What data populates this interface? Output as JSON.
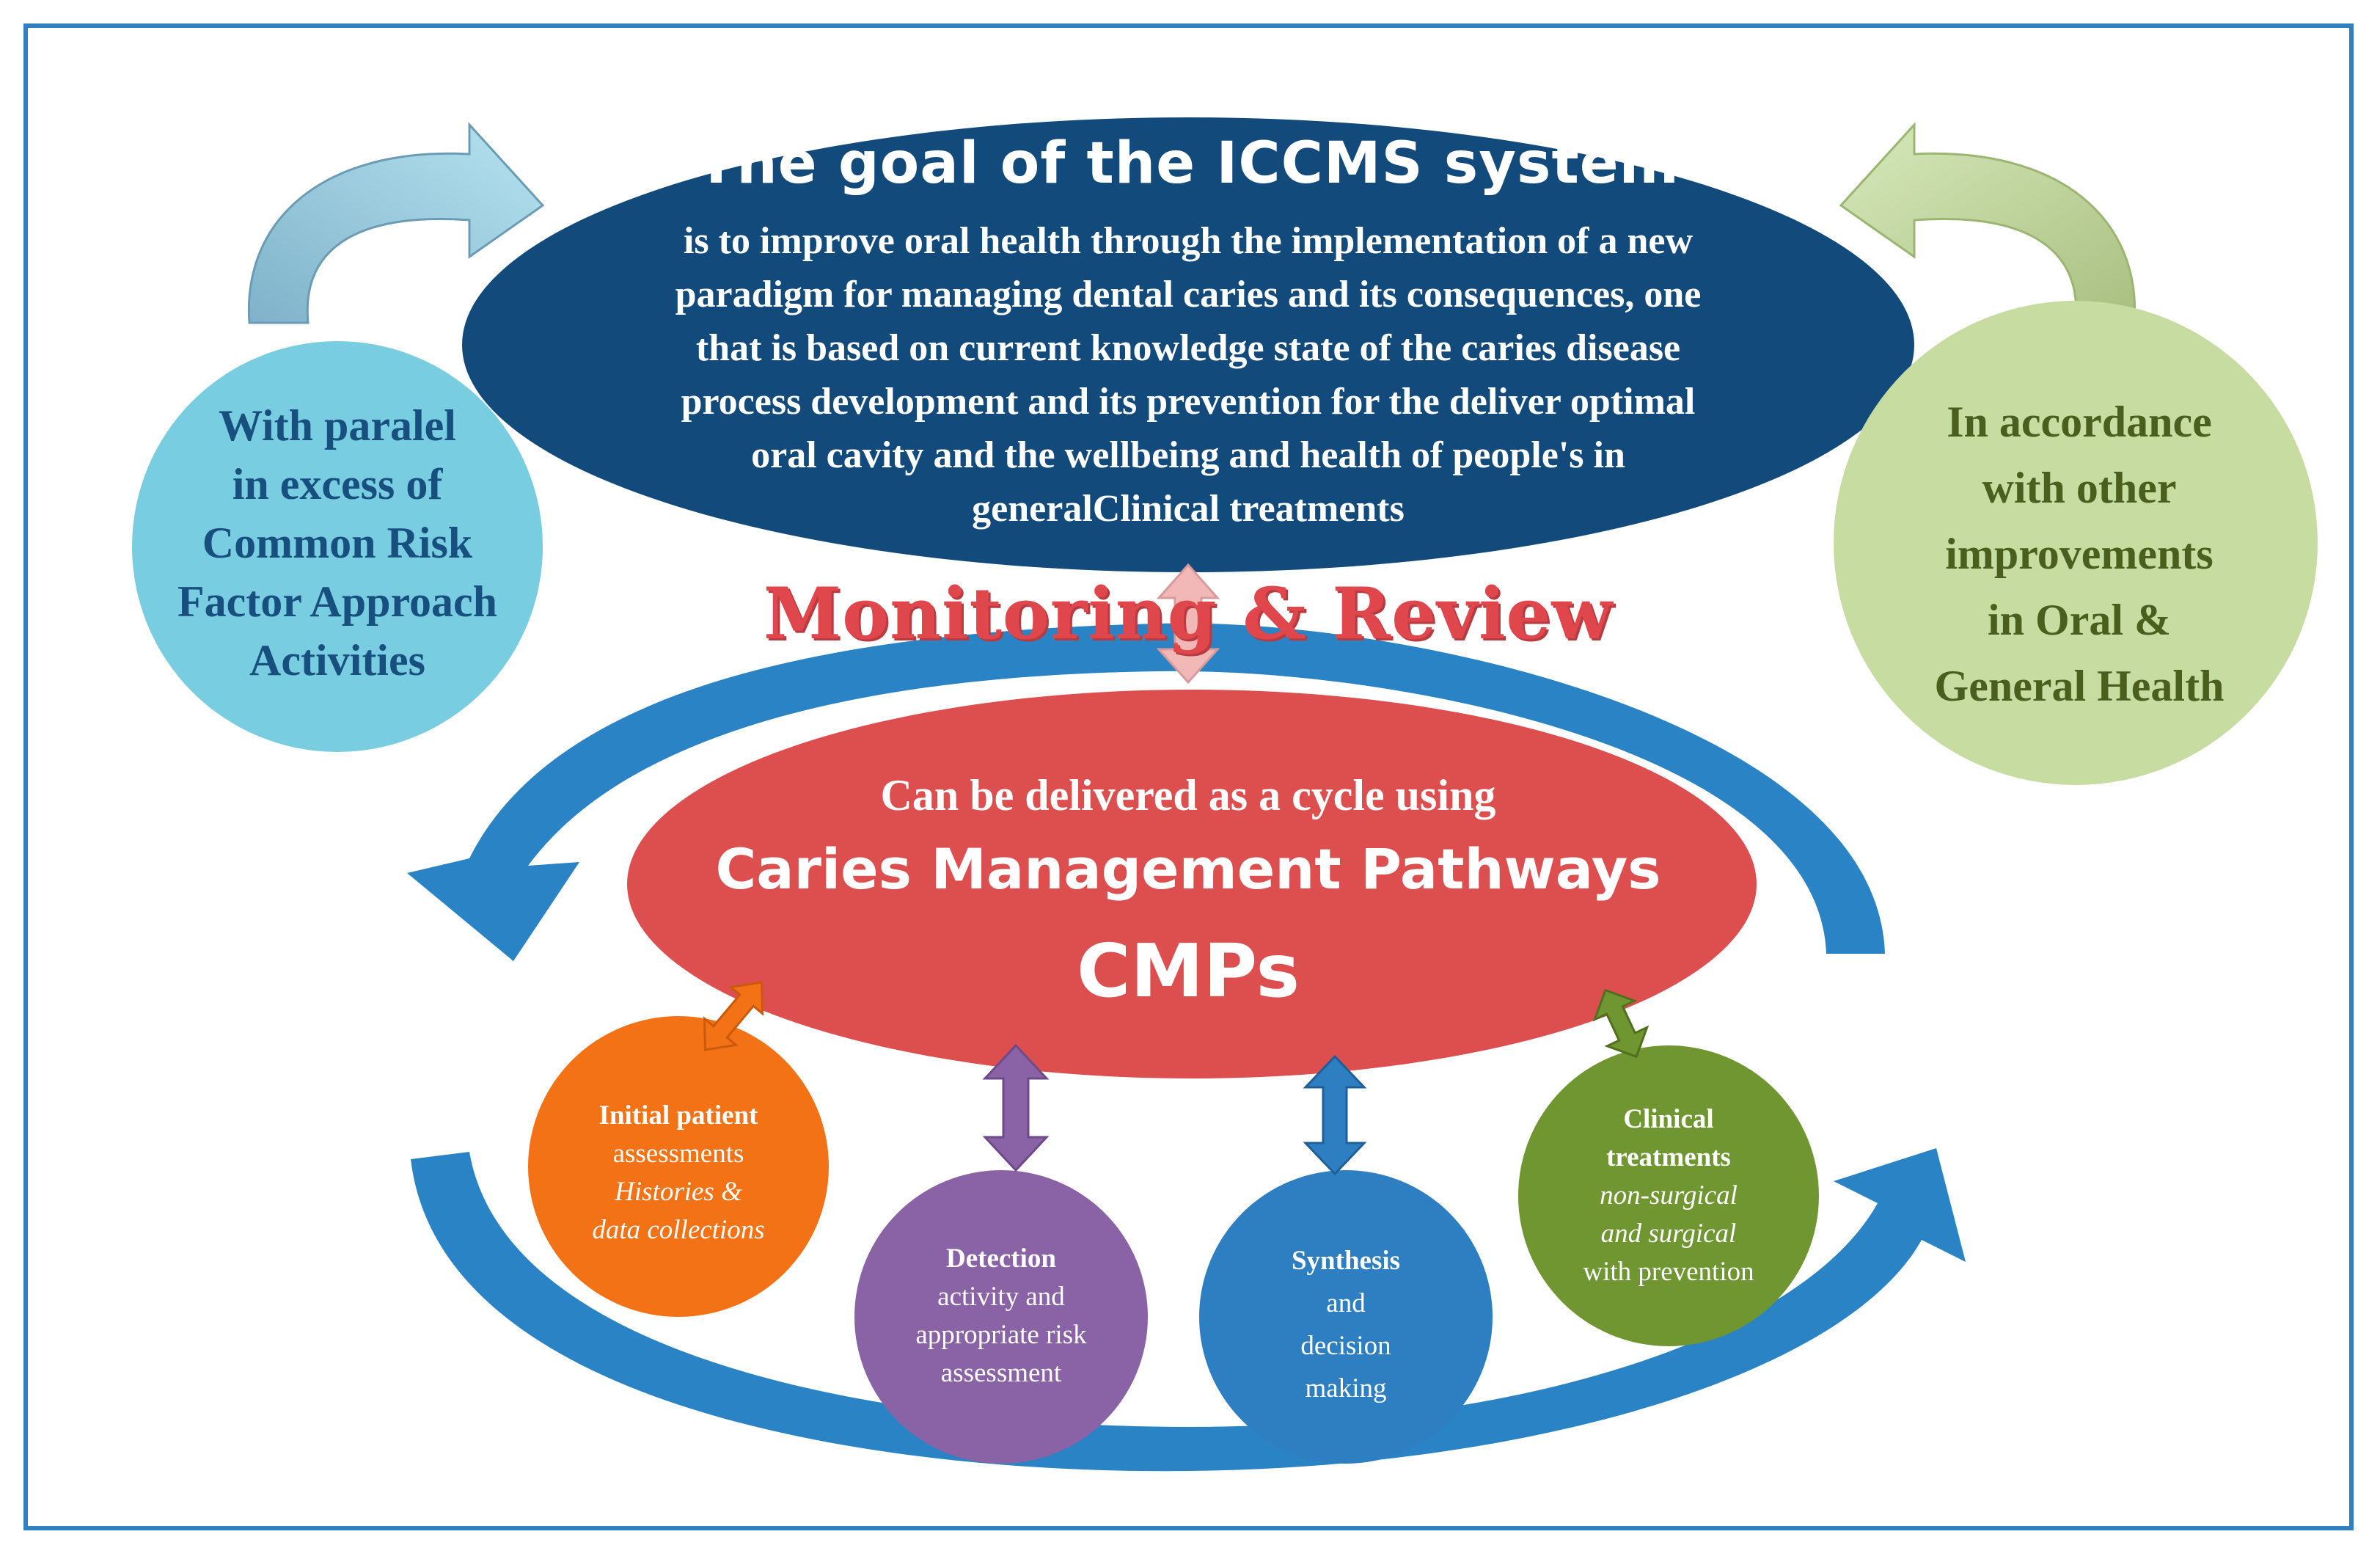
{
  "goal": {
    "title": "The goal of the ICCMS system",
    "lines": [
      "is to improve oral health through the implementation of a new",
      "paradigm for managing dental caries and its consequences, one",
      "that is based on current knowledge state of the caries disease",
      "process development and its prevention for the deliver optimal",
      "oral cavity and  the wellbeing and health of people's in",
      "generalClinical treatments"
    ]
  },
  "left_circle": {
    "lines": [
      "With paralel",
      "in excess of",
      "Common Risk",
      "Factor Approach",
      "Activities"
    ]
  },
  "right_circle": {
    "lines": [
      "In accordance",
      "with other",
      "improvements",
      "in Oral &",
      "General Health"
    ]
  },
  "monitoring": "Monitoring & Review",
  "cmp": {
    "line1": "Can be delivered as a cycle using",
    "line2": "Caries Management Pathways",
    "line3": "CMPs"
  },
  "steps": {
    "initial": {
      "bold": "Initial patient",
      "normal": "assessments",
      "italic": [
        "Histories &",
        "data collections"
      ]
    },
    "detection": {
      "bold": "Detection",
      "normal": [
        "activity and",
        "appropriate risk",
        "assessment"
      ]
    },
    "synthesis": {
      "bold": "Synthesis",
      "normal": [
        "and",
        "decision",
        "making"
      ]
    },
    "clinical": {
      "bold": [
        "Clinical",
        "treatments"
      ],
      "italic": [
        "non-surgical",
        "and surgical"
      ],
      "normal": "with prevention"
    }
  },
  "colors": {
    "frame": "#2f7fc1",
    "goal_ellipse": "#134a7c",
    "left_circle": "#79cde0",
    "right_circle": "#c6dca0",
    "cmp_ellipse": "#dd4f4f",
    "cycle_arrow": "#1f7cc2",
    "initial": "#f47216",
    "detection": "#8a63a6",
    "synthesis": "#2d7fc1",
    "clinical": "#6f9630",
    "monitoring_text": "#e0474c"
  }
}
